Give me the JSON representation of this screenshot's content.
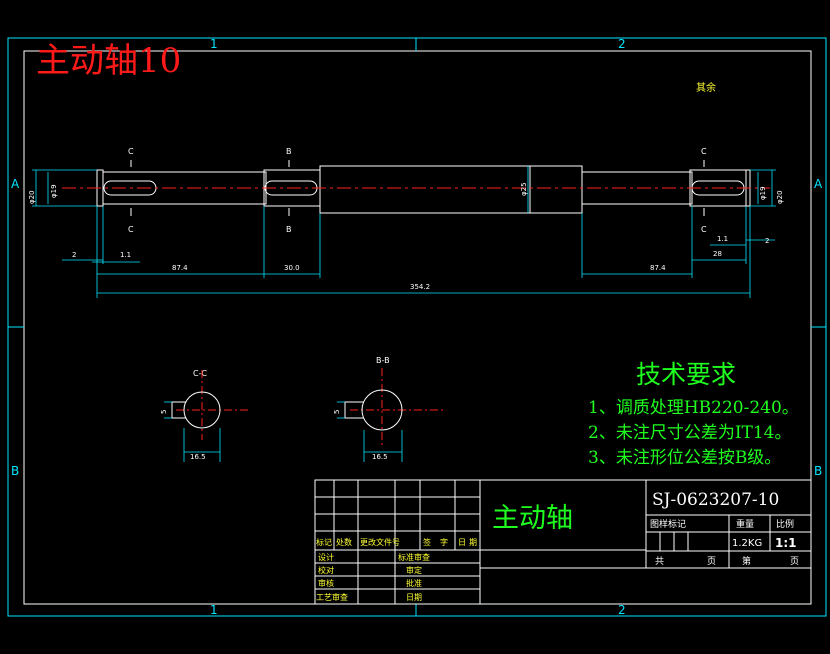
{
  "title": {
    "text": "主动轴10",
    "color": "#ff1a1a"
  },
  "zone_labels": {
    "top": [
      "1",
      "2"
    ],
    "bottom": [
      "1",
      "2"
    ],
    "left": [
      "A",
      "B"
    ],
    "right": [
      "A",
      "B"
    ]
  },
  "roughness_note": "其余",
  "section_marks": {
    "c": "C",
    "b": "B"
  },
  "section_views": [
    {
      "label": "C-C",
      "dim_width": "16.5",
      "dim_height": "5"
    },
    {
      "label": "B-B",
      "dim_width": "16.5",
      "dim_height": "5"
    }
  ],
  "dimensions": {
    "d_left": "φ20",
    "d_left2": "φ19",
    "d_mid": "φ25",
    "d_right": "φ19",
    "d_right2": "φ20",
    "chamfer_left": "2",
    "groove_left": "1.1",
    "len_left": "87.4",
    "len_b": "30.0",
    "total": "354.2",
    "len_right": "87.4",
    "len_right_end": "28",
    "groove_right": "1.1",
    "chamfer_right": "2"
  },
  "tech_requirements": {
    "heading": "技术要求",
    "items": [
      "1、调质处理HB220-240。",
      "2、未注尺寸公差为IT14。",
      "3、未注形位公差按B级。"
    ]
  },
  "title_block": {
    "part_name": "主动轴",
    "drawing_no": "SJ-0623207-10",
    "col_headers": [
      "标记",
      "处数",
      "更改文件号",
      "签",
      "字",
      "日",
      "期"
    ],
    "left_rows": [
      "设计",
      "校对",
      "审核",
      "工艺审查"
    ],
    "mid_rows": [
      "标准审查",
      "审定",
      "批准",
      "日期"
    ],
    "stage_mark": "图样标记",
    "weight_label": "重量",
    "scale_label": "比例",
    "weight": "1.2KG",
    "scale": "1:1",
    "sheets_total": "共",
    "sheets_total_unit": "页",
    "sheet_no": "第",
    "sheet_no_unit": "页"
  },
  "colors": {
    "frame": "#00e5ff",
    "lines": "#ffffff",
    "centerline": "#ff2020",
    "dims": "#00e5ff",
    "text_green": "#1fff1f",
    "text_yellow": "#ffff33",
    "title_red": "#ff1a1a"
  }
}
